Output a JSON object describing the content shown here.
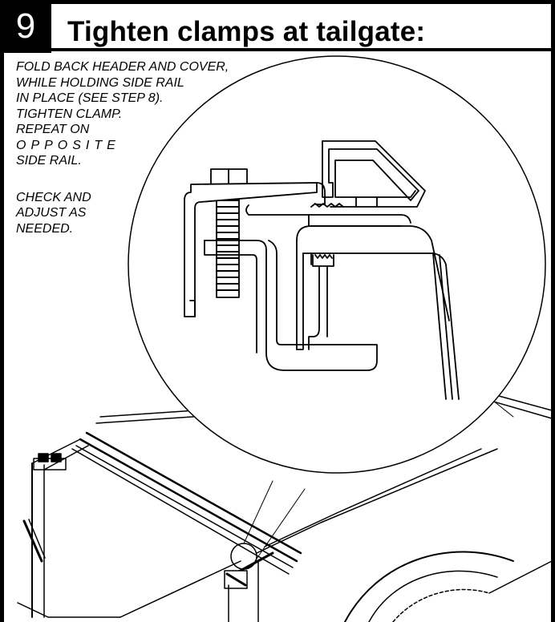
{
  "step": {
    "number": "9",
    "title": "Tighten clamps at tailgate:"
  },
  "instructions": {
    "line1": "FOLD BACK HEADER AND COVER,",
    "line2": "WHILE HOLDING SIDE RAIL",
    "line3": "IN PLACE (SEE STEP 8).",
    "line4": "TIGHTEN CLAMP.",
    "line5": "REPEAT ON",
    "line6": "OPPOSITE",
    "line7": "SIDE RAIL.",
    "line8": "CHECK AND",
    "line9": "ADJUST AS",
    "line10": "NEEDED."
  }
}
